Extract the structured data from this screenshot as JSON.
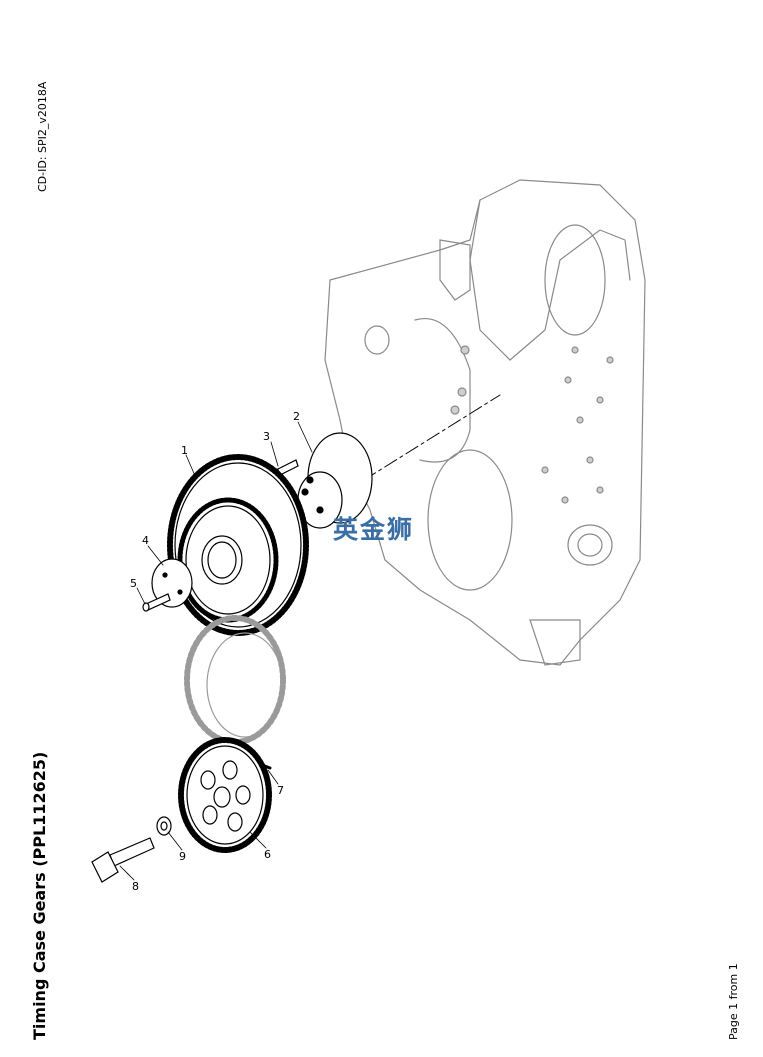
{
  "header": {
    "cd_id": "CD-ID: SPI2_v2018A"
  },
  "title": "Timing Case Gears (PPL112625)",
  "footer": {
    "page": "Page 1 from 1"
  },
  "watermark": "英金狮",
  "callouts": [
    "1",
    "2",
    "3",
    "4",
    "5",
    "6",
    "7",
    "8",
    "9"
  ],
  "colors": {
    "watermark": "#3a6ea5",
    "line": "#000000",
    "ghost": "#9a9a9a"
  }
}
